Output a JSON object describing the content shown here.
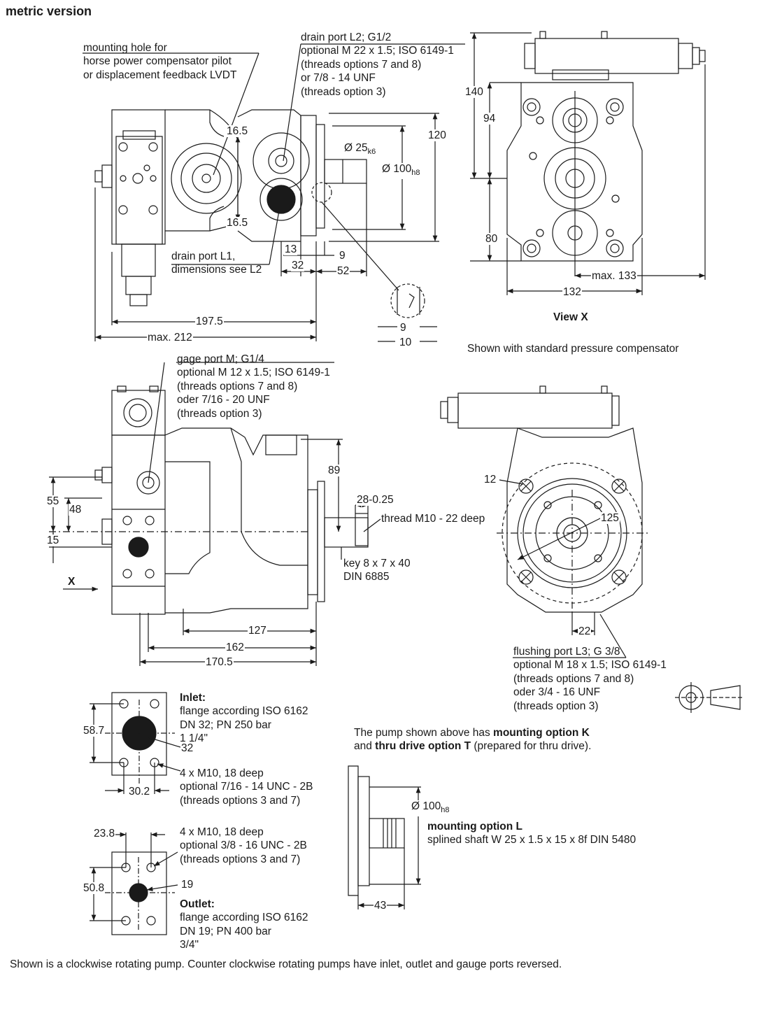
{
  "heading": "metric version",
  "notes": {
    "mounting_hole": [
      "mounting hole for",
      "horse power compensator pilot",
      "or displacement feedback LVDT"
    ],
    "drain_l2": [
      "drain port L2; G1/2",
      "optional M 22 x 1.5; ISO 6149-1",
      "(threads options 7 and 8)",
      "or 7/8 - 14 UNF",
      "(threads option 3)"
    ],
    "drain_l1": [
      "drain port L1,",
      "dimensions see L2"
    ],
    "gage_port": [
      "gage port M; G1/4",
      "optional M 12 x 1.5; ISO 6149-1",
      "(threads options 7 and 8)",
      "oder 7/16 - 20 UNF",
      "(threads option 3)"
    ],
    "thread": "thread M10 - 22 deep",
    "key": [
      "key 8 x 7 x 40",
      "DIN 6885"
    ],
    "flushing": [
      "flushing port L3; G 3/8",
      "optional M 18 x 1.5; ISO 6149-1",
      "(threads options 7 and 8)",
      "oder 3/4 - 16 UNF",
      "(threads option 3)"
    ],
    "inlet_title": "Inlet:",
    "inlet": [
      "flange according ISO 6162",
      "DN 32; PN 250 bar",
      "1 1/4\""
    ],
    "inlet_bolts": [
      "4 x M10, 18 deep",
      "optional 7/16 - 14 UNC - 2B",
      "(threads options 3 and 7)"
    ],
    "outlet_bolts": [
      "4 x M10, 18 deep",
      "optional 3/8 - 16 UNC - 2B",
      "(threads options 3 and 7)"
    ],
    "outlet_title": "Outlet:",
    "outlet": [
      "flange according ISO 6162",
      "DN 19; PN 400 bar",
      "3/4\""
    ],
    "mounting_k_pre": "The pump shown above has ",
    "mounting_k_bold": "mounting option K",
    "mounting_k_mid": "and ",
    "mounting_k_bold2": "thru drive option T",
    "mounting_k_post": " (prepared for thru drive).",
    "mounting_l_title": "mounting option L",
    "mounting_l": "splined shaft W 25 x 1.5 x 15 x 8f DIN 5480",
    "view_x": "View X",
    "shown_with": "Shown with standard pressure compensator",
    "x_marker": "X",
    "footer": "Shown is a clockwise rotating pump. Counter clockwise rotating pumps have inlet, outlet and gauge ports reversed."
  },
  "dims": {
    "d16_5a": "16.5",
    "d16_5b": "16.5",
    "d25": "Ø 25",
    "d25_sub": "k6",
    "d100": "Ø 100",
    "d100_sub": "h8",
    "d120": "120",
    "d13": "13",
    "d9a": "9",
    "d32": "32",
    "d52": "52",
    "d9b": "9",
    "d10": "10",
    "d197_5": "197.5",
    "d212": "max. 212",
    "d140": "140",
    "d94": "94",
    "d80": "80",
    "d133": "max. 133",
    "d132": "132",
    "d89": "89",
    "d28": "28",
    "d28_tol": "-0.25",
    "d55": "55",
    "d48": "48",
    "d15": "15",
    "d127": "127",
    "d162": "162",
    "d170_5": "170.5",
    "d12": "12",
    "d125": "125",
    "d22": "22",
    "d58_7": "58.7",
    "d32b": "32",
    "d30_2": "30.2",
    "d23_8": "23.8",
    "d50_8": "50.8",
    "d19": "19",
    "d100b": "Ø 100",
    "d100b_sub": "h8",
    "d43": "43"
  }
}
